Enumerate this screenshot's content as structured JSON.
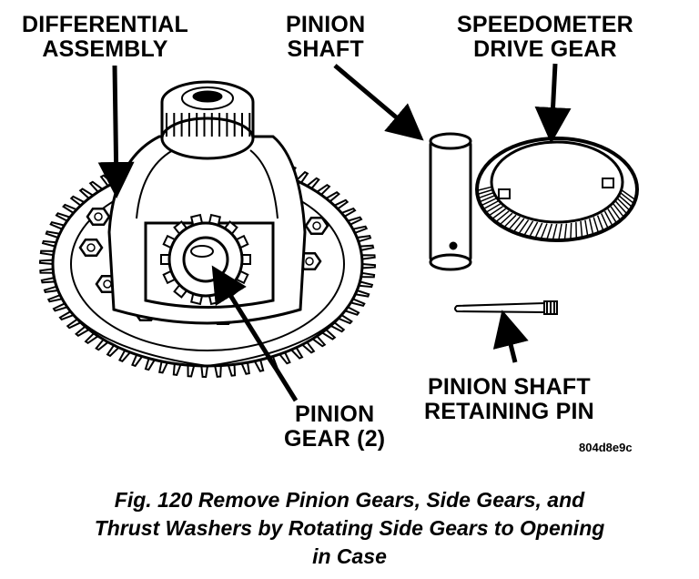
{
  "labels": {
    "differential_assembly": [
      "DIFFERENTIAL",
      "ASSEMBLY"
    ],
    "pinion_shaft": [
      "PINION",
      "SHAFT"
    ],
    "speedometer_drive_gear": [
      "SPEEDOMETER",
      "DRIVE GEAR"
    ],
    "pinion_shaft_retaining_pin": [
      "PINION SHAFT",
      "RETAINING PIN"
    ],
    "pinion_gear": [
      "PINION",
      "GEAR (2)"
    ]
  },
  "figure_code": "804d8e9c",
  "caption": [
    "Fig. 120 Remove Pinion Gears, Side Gears, and",
    "Thrust Washers by Rotating Side Gears to Opening",
    "in Case"
  ]
}
